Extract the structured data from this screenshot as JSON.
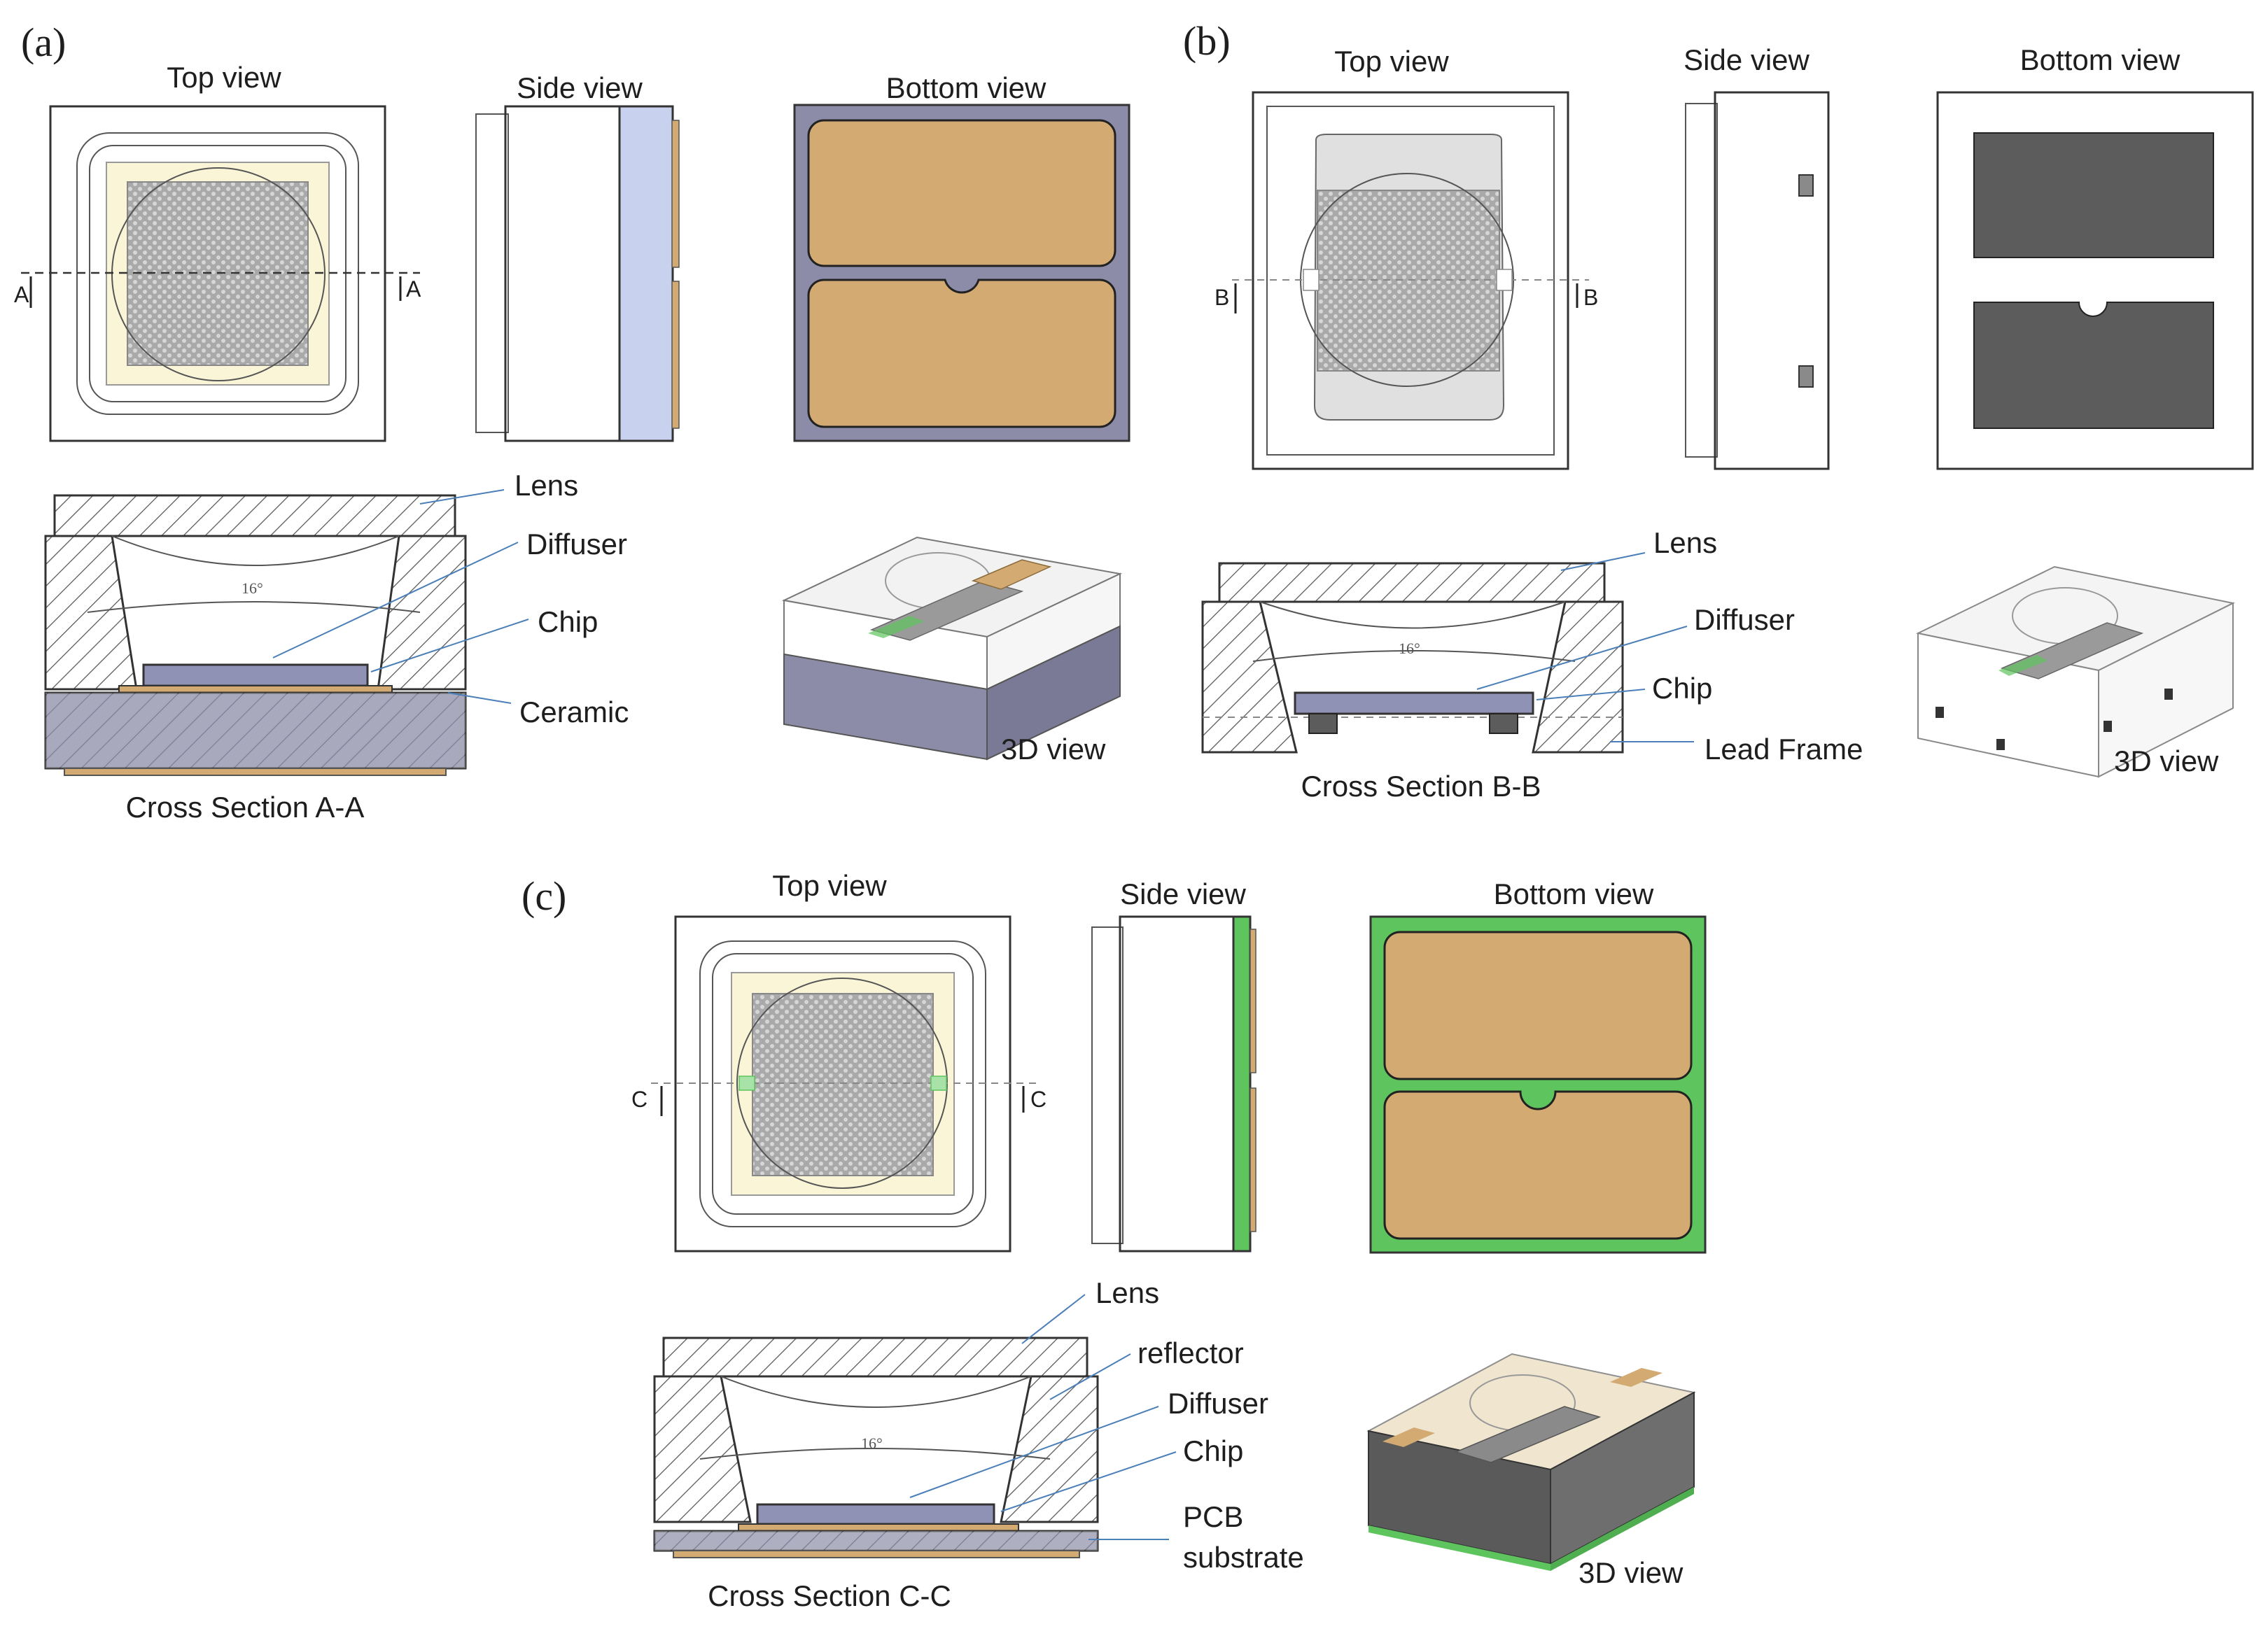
{
  "panels": {
    "a": {
      "letter": "(a)",
      "top_view": "Top view",
      "side_view": "Side view",
      "bottom_view": "Bottom view",
      "view_3d": "3D view",
      "cross_section": "Cross Section A-A",
      "marker": "A",
      "callouts": {
        "lens": "Lens",
        "diffuser": "Diffuser",
        "chip": "Chip",
        "base": "Ceramic"
      },
      "angle": "16°"
    },
    "b": {
      "letter": "(b)",
      "top_view": "Top view",
      "side_view": "Side view",
      "bottom_view": "Bottom view",
      "view_3d": "3D view",
      "cross_section": "Cross Section B-B",
      "marker": "B",
      "callouts": {
        "lens": "Lens",
        "diffuser": "Diffuser",
        "chip": "Chip",
        "base": "Lead Frame"
      },
      "angle": "16°"
    },
    "c": {
      "letter": "(c)",
      "top_view": "Top view",
      "side_view": "Side view",
      "bottom_view": "Bottom view",
      "view_3d": "3D view",
      "cross_section": "Cross Section C-C",
      "marker": "C",
      "callouts": {
        "lens": "Lens",
        "reflector": "reflector",
        "diffuser": "Diffuser",
        "chip": "Chip",
        "pcb": "PCB",
        "substrate": "substrate"
      },
      "angle": "16°"
    }
  },
  "colors": {
    "ceramic": "#8c8ca8",
    "ceramic_light": "#c8d2ee",
    "pad": "#d2aa72",
    "lead_frame_pad": "#5c5c5c",
    "pcb": "#5ec45e",
    "chip": "#8f92b4",
    "chip_area": "#b8b8b8",
    "diffuser_frame": "#fbf5d8",
    "leader": "#4a7fb8"
  }
}
